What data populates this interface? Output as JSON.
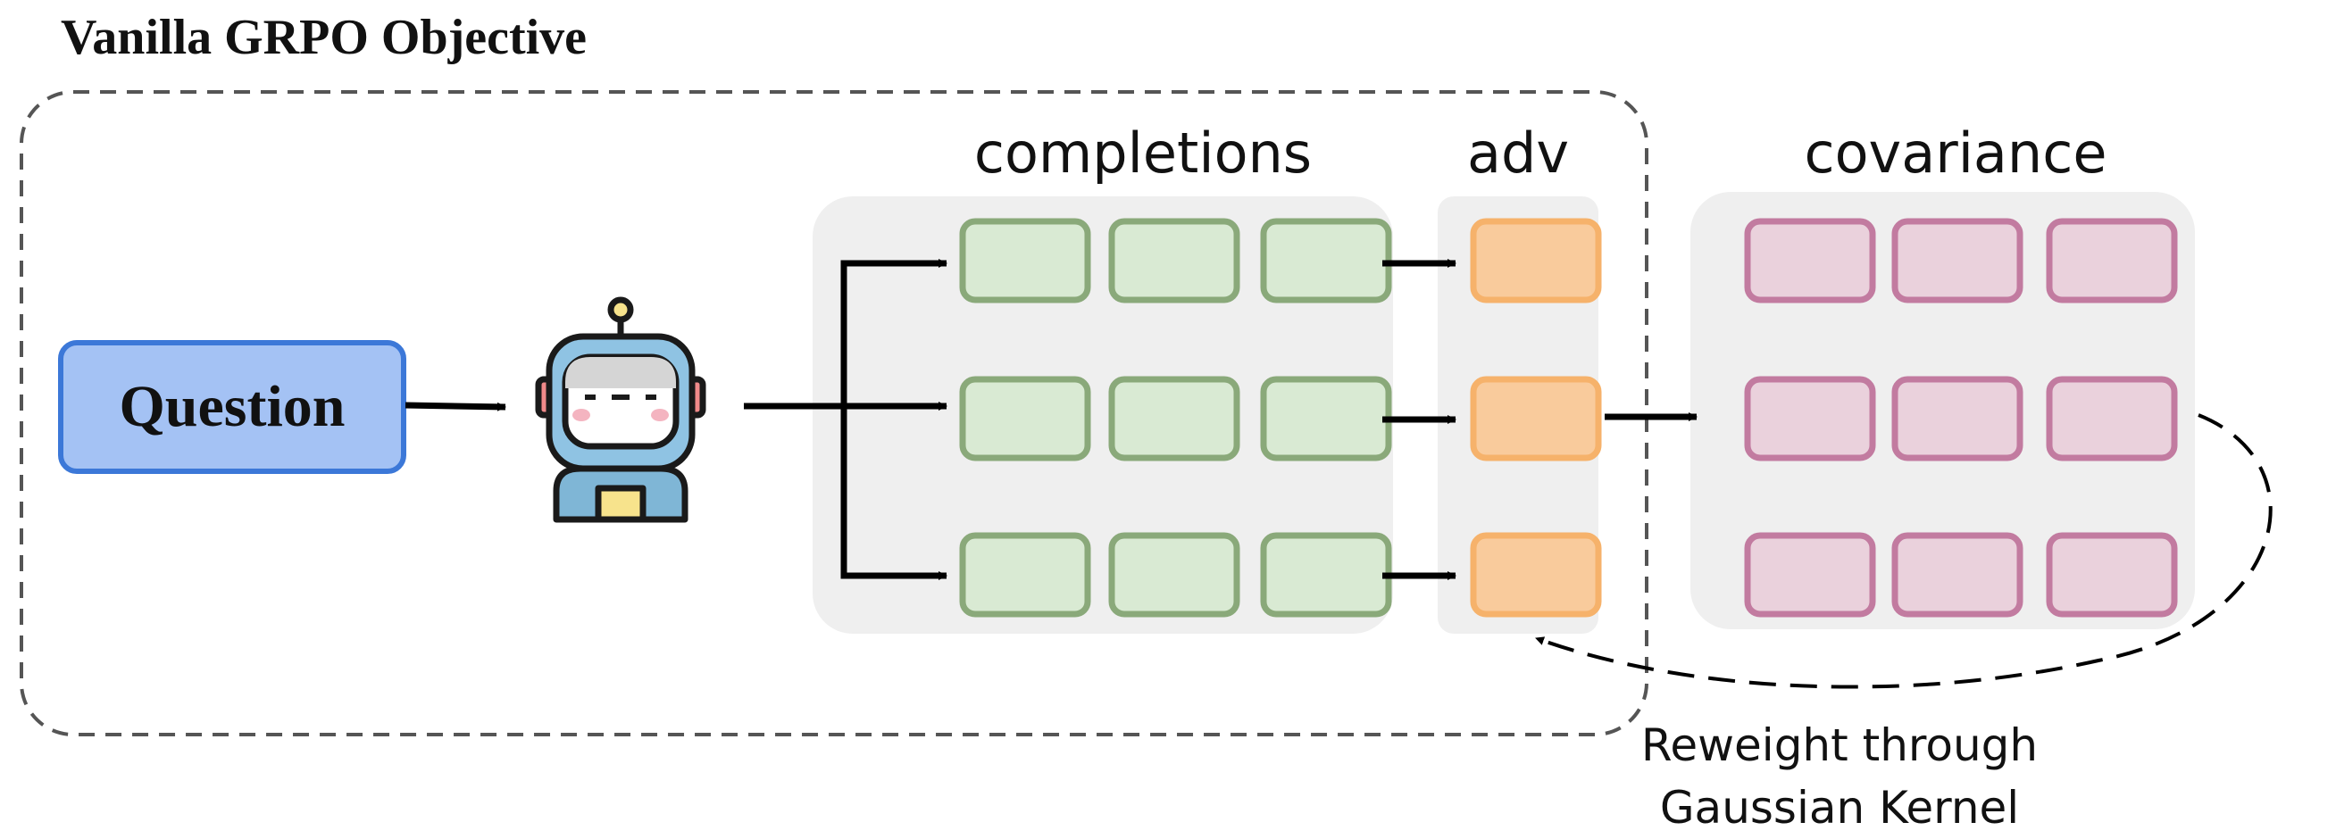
{
  "title": "Vanilla GRPO Objective",
  "question": "Question",
  "completions": {
    "label": "completions",
    "rows": 3,
    "cols": 3
  },
  "adv": {
    "label": "adv",
    "rows": 3
  },
  "covariance": {
    "label": "covariance",
    "rows": 3,
    "cols": 3
  },
  "reweight": {
    "line1": "Reweight through",
    "line2": "Gaussian Kernel"
  },
  "icons": {
    "model": "robot-icon"
  },
  "colors": {
    "question_fill": "#a4c2f4",
    "question_border": "#3c78d8",
    "completion_fill": "#d9ead3",
    "completion_border": "#8aa97a",
    "adv_fill": "#f9cb9c",
    "adv_border": "#f6b26b",
    "cov_fill": "#ead1dc",
    "cov_border": "#c27ba0",
    "panel": "#efefef",
    "dashed": "#555555"
  }
}
